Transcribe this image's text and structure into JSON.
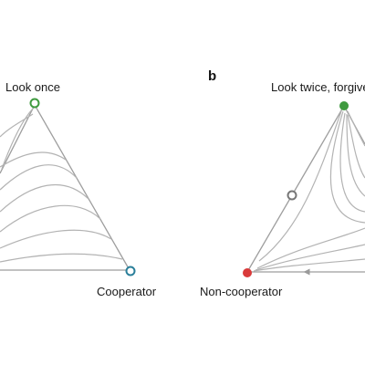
{
  "panel_b": {
    "letter": "b",
    "top_label": "Look twice, forgive",
    "bottom_label": "Non-cooperator"
  },
  "panel_a": {
    "top_label": "Look once",
    "bottom_label": "Cooperator"
  },
  "colors": {
    "green": "#3f9a3f",
    "teal": "#2a7f9a",
    "red": "#d93a3a",
    "grey": "#777777",
    "line": "#a6a6a6"
  }
}
